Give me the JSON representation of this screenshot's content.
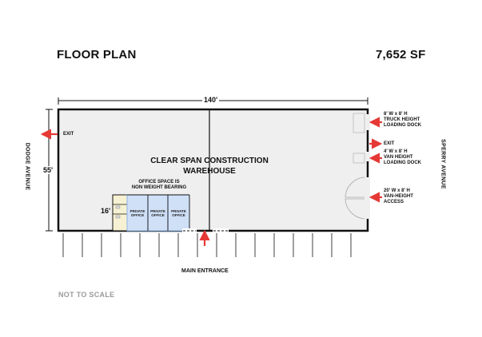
{
  "header": {
    "title": "FLOOR PLAN",
    "area": "7,652 SF"
  },
  "dimensions": {
    "width": "140'",
    "height": "55'",
    "office_height": "16'"
  },
  "streets": {
    "west": "DODGE AVENUE",
    "east": "SPERRY AVENUE"
  },
  "labels": {
    "warehouse_line1": "CLEAR SPAN CONSTRUCTION",
    "warehouse_line2": "WAREHOUSE",
    "office_note_line1": "OFFICE SPACE IS",
    "office_note_line2": "NON WEIGHT BEARING",
    "office_1": [
      "PRIVATE",
      "OFFICE"
    ],
    "office_2": [
      "PRIVATE",
      "OFFICE"
    ],
    "office_3": [
      "PRIVATE",
      "OFFICE"
    ],
    "exit_west": "EXIT",
    "exit_east": "EXIT",
    "truck_dock": [
      "8' W x 8' H",
      "TRUCK HEIGHT",
      "LOADING DOCK"
    ],
    "van_dock": [
      "4' W x 8' H",
      "VAN HEIGHT",
      "LOADING DOCK"
    ],
    "van_access": [
      "20' W x 8' H",
      "VAN-HEIGHT",
      "ACCESS"
    ],
    "main_entrance": "MAIN ENTRANCE"
  },
  "footer": {
    "note": "NOT TO SCALE"
  },
  "colors": {
    "floor": "#efefef",
    "wall": "#111111",
    "office_fill": "#cfe0f7",
    "office_stroke": "#8fb2e6",
    "support_fill": "#f6f1d2",
    "arrow": "#e53935",
    "note_text": "#9a9a9a"
  }
}
